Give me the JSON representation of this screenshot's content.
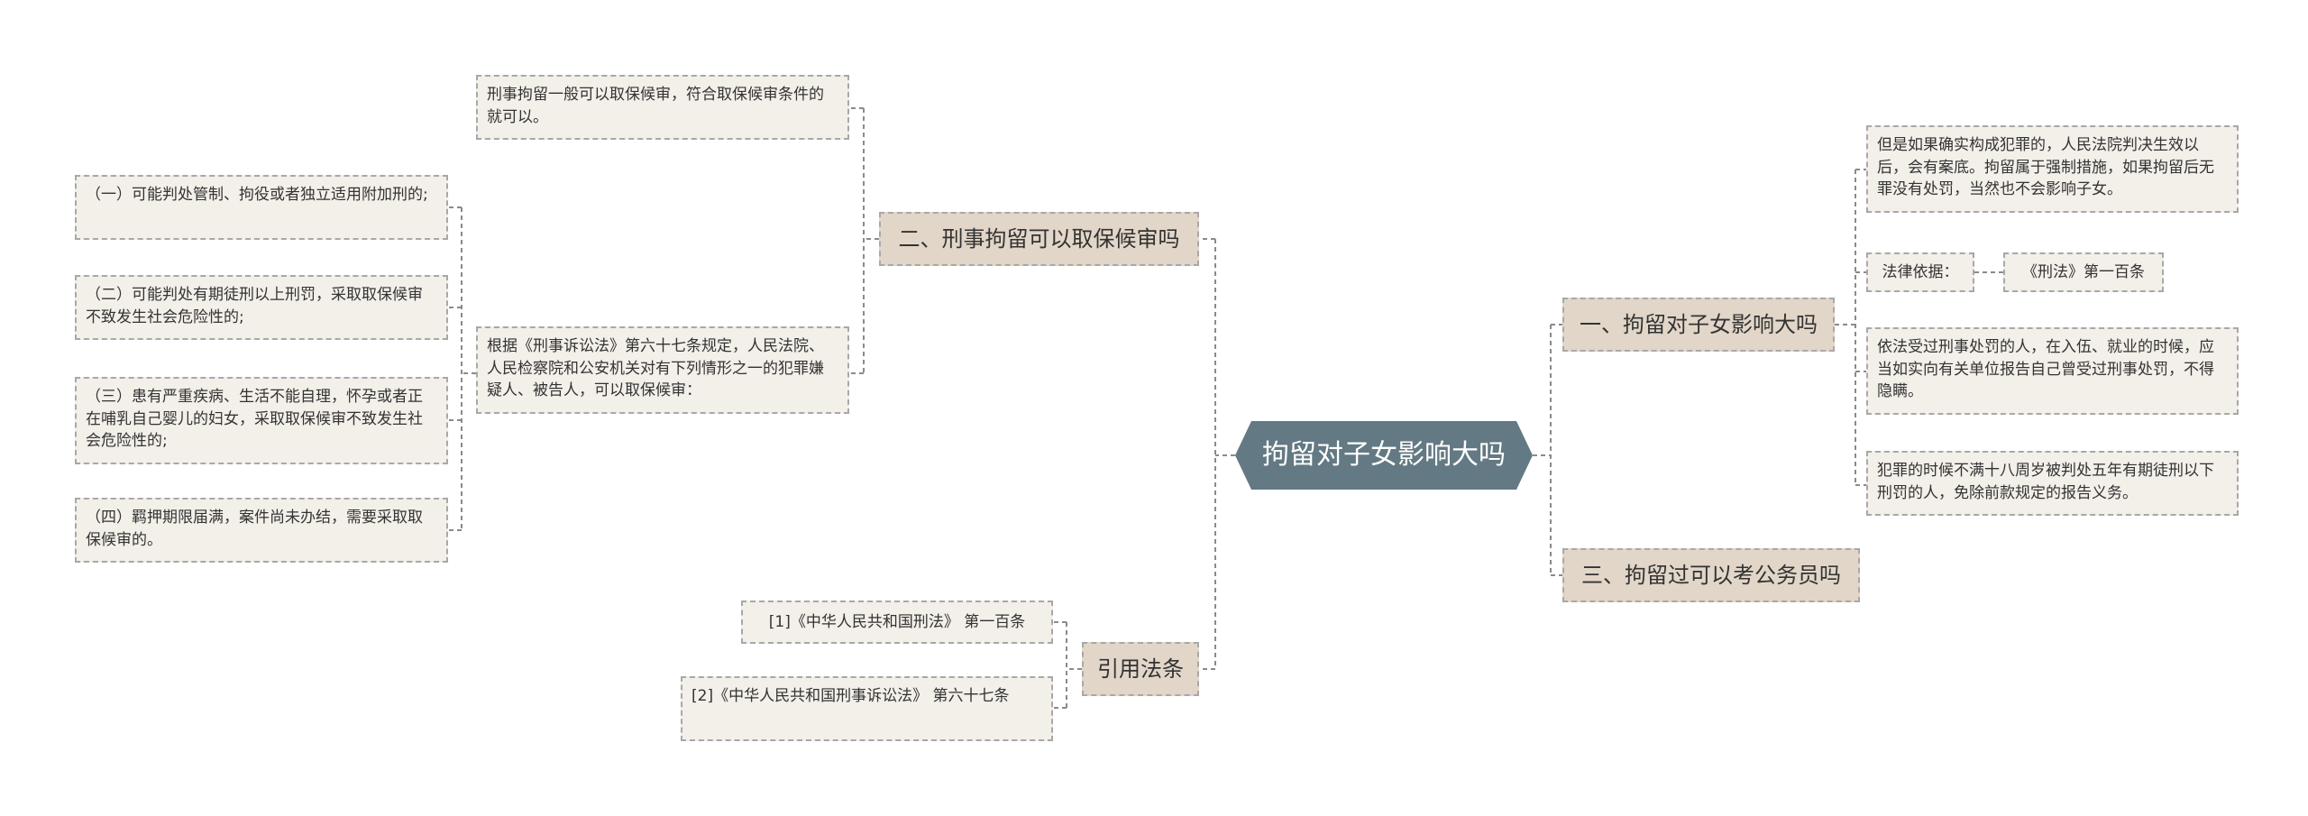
{
  "root": {
    "title": "拘留对子女影响大吗"
  },
  "right": {
    "branch1": {
      "label": "一、拘留对子女影响大吗",
      "leaf1": "但是如果确实构成犯罪的，人民法院判决生效以后，会有案底。拘留属于强制措施，如果拘留后无罪没有处罚，当然也不会影响子女。",
      "basis_label": "法律依据：",
      "basis_value": "《刑法》第一百条",
      "leaf3": "依法受过刑事处罚的人，在入伍、就业的时候，应当如实向有关单位报告自己曾受过刑事处罚，不得隐瞒。",
      "leaf4": "犯罪的时候不满十八周岁被判处五年有期徒刑以下刑罚的人，免除前款规定的报告义务。"
    },
    "branch3": {
      "label": "三、拘留过可以考公务员吗"
    }
  },
  "left": {
    "branch2": {
      "label": "二、刑事拘留可以取保候审吗",
      "leaf1": "刑事拘留一般可以取保候审，符合取保候审条件的就可以。",
      "leaf2": "根据《刑事诉讼法》第六十七条规定，人民法院、人民检察院和公安机关对有下列情形之一的犯罪嫌疑人、被告人，可以取保候审：",
      "sub": [
        "（一）可能判处管制、拘役或者独立适用附加刑的;",
        "（二）可能判处有期徒刑以上刑罚，采取取保候审不致发生社会危险性的;",
        "（三）患有严重疾病、生活不能自理，怀孕或者正在哺乳自己婴儿的妇女，采取取保候审不致发生社会危险性的;",
        "（四）羁押期限届满，案件尚未办结，需要采取取保候审的。"
      ]
    },
    "citations": {
      "label": "引用法条",
      "items": [
        "[1]《中华人民共和国刑法》 第一百条",
        "[2]《中华人民共和国刑事诉讼法》 第六十七条"
      ]
    }
  },
  "colors": {
    "root_bg": "#637983",
    "branch_bg": "#e1d6c8",
    "leaf_bg": "#f3efe9",
    "line": "#8a8a8a"
  }
}
